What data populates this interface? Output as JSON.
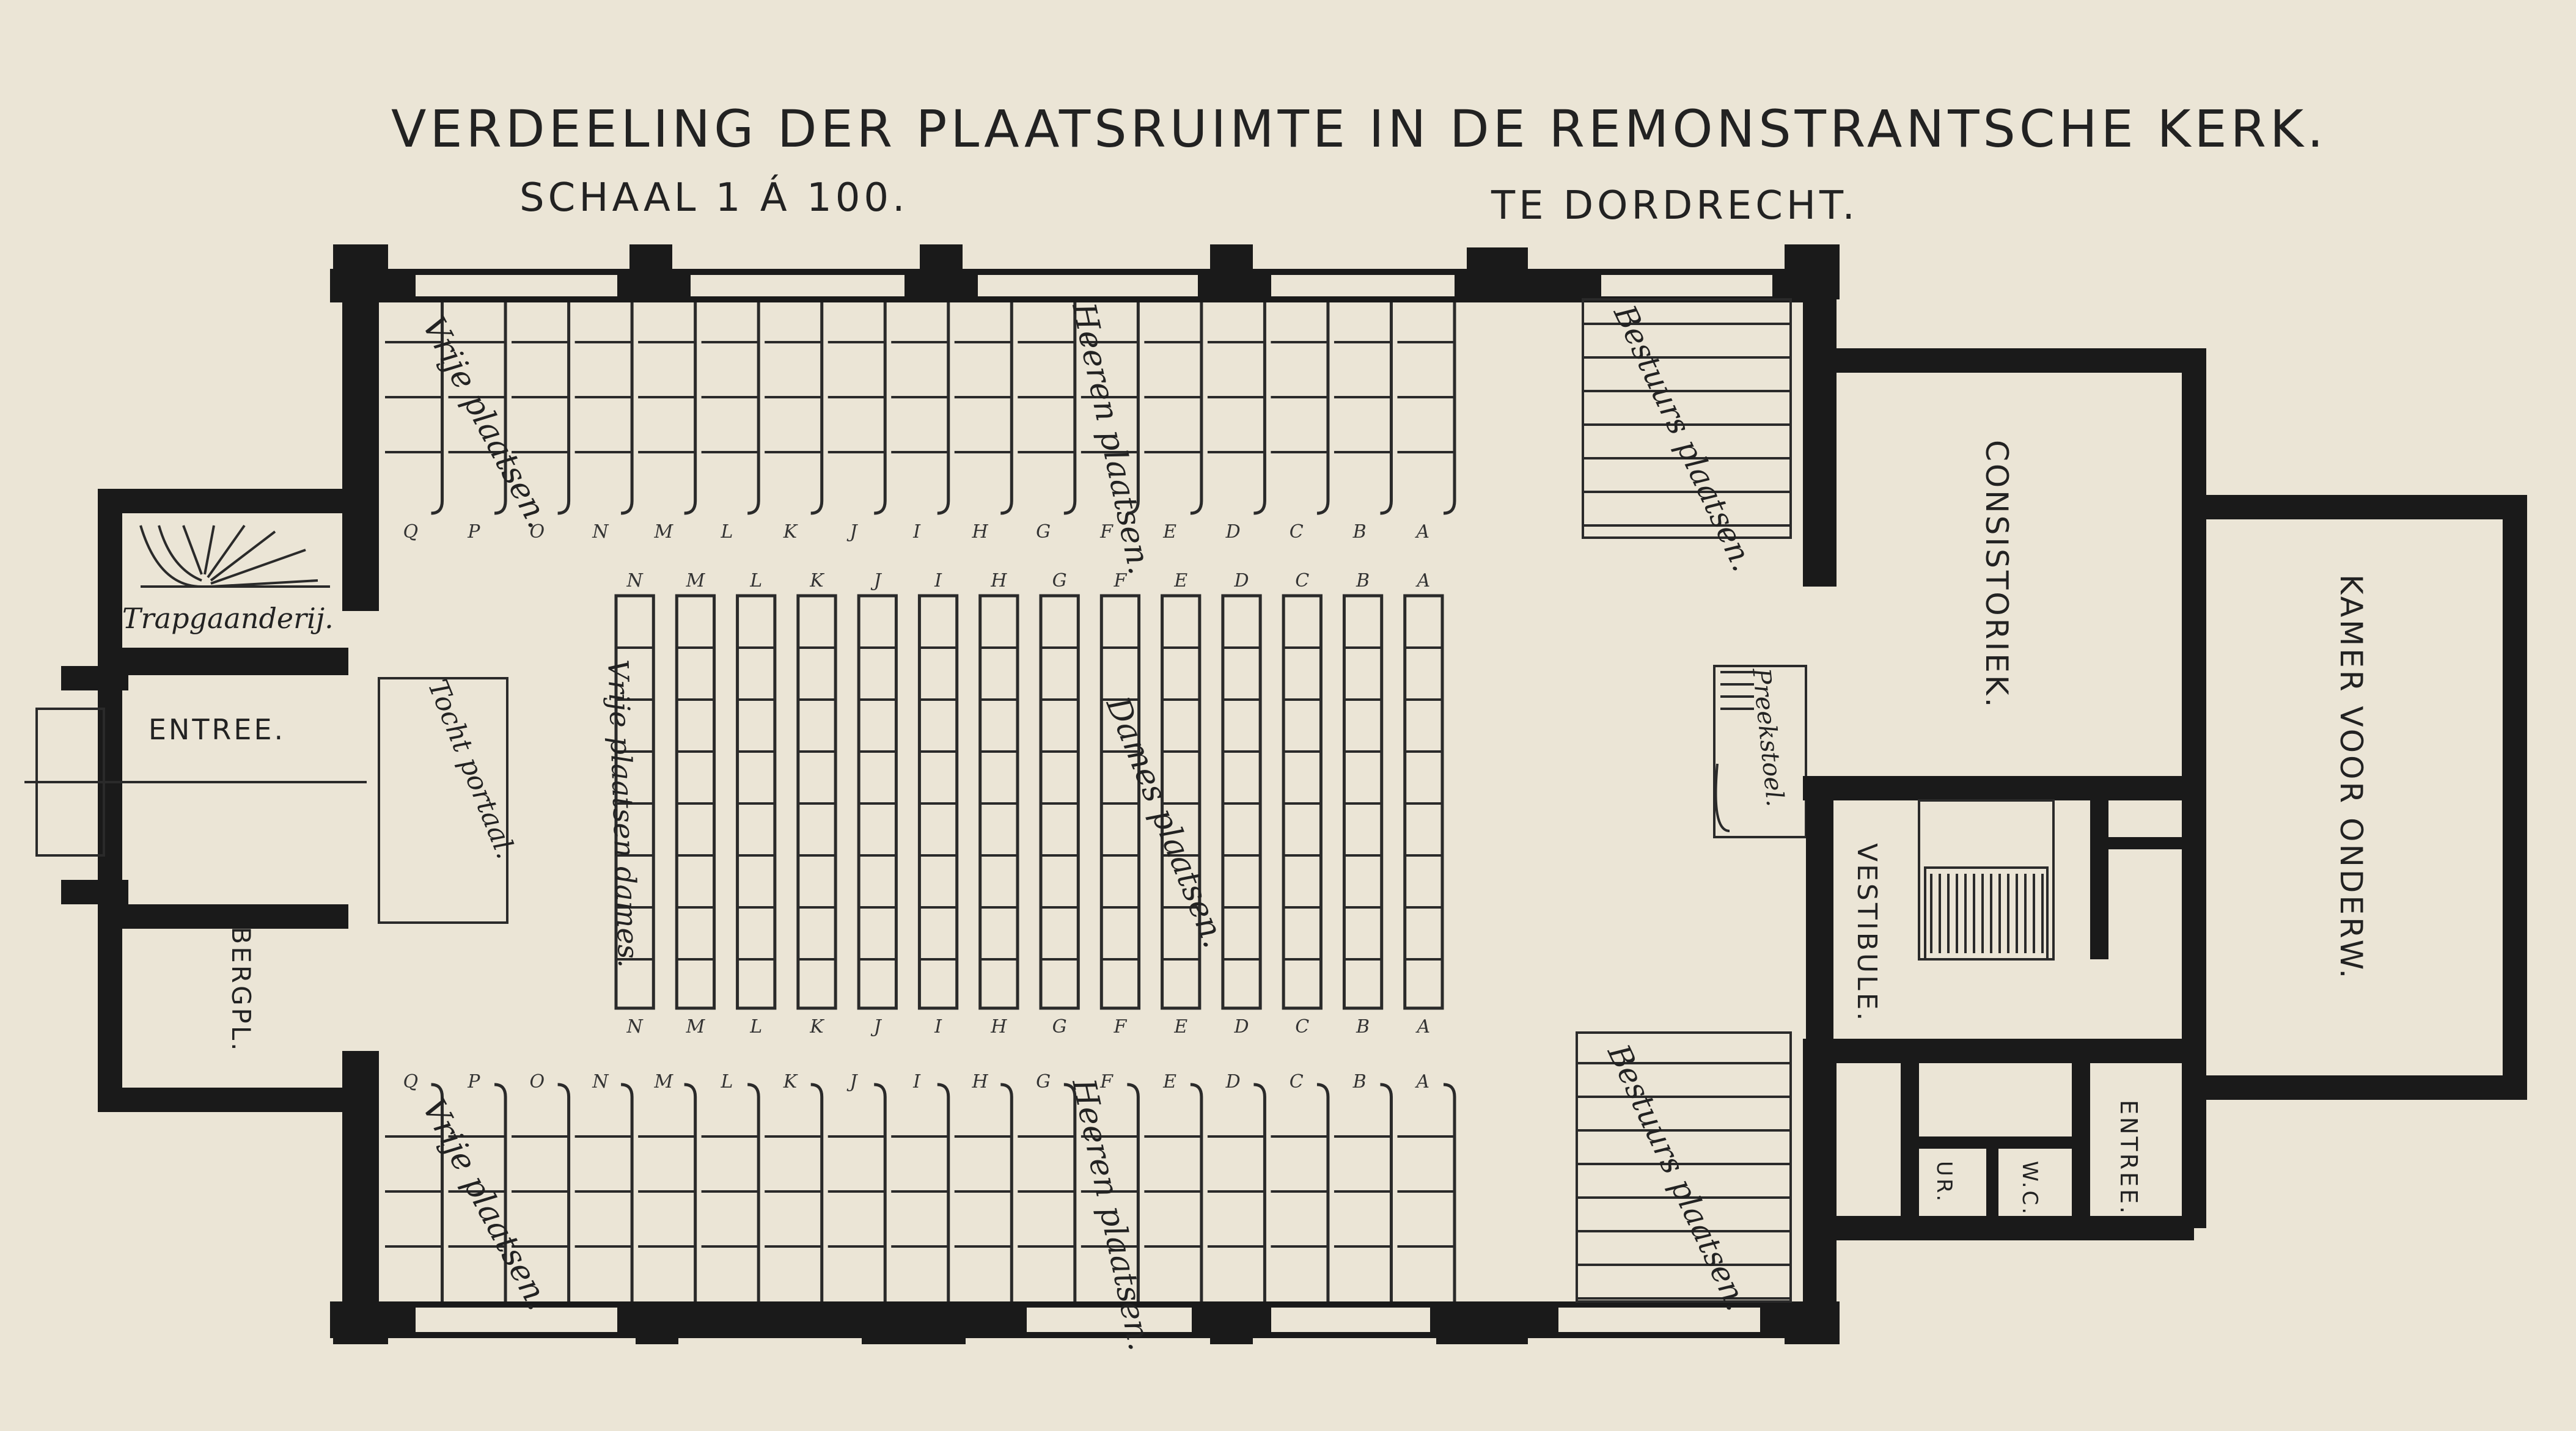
{
  "title_line": "VERDEELING DER PLAATSRUIMTE IN DE REMONSTRANTSCHE KERK.",
  "scale": "SCHAAL 1 Á 100.",
  "place": "TE DORDRECHT.",
  "labels": {
    "vrije_plaatsen_top": "Vrije plaatsen.",
    "heeren_plaatsen_top": "Heeren plaatsen.",
    "bestuurs_top": "Bestuurs plaatsen.",
    "consistoriek": "CONSISTORIEK.",
    "kamer": "KAMER VOOR ONDERW.",
    "trapgaanderij": "Trapgaanderij.",
    "entree_left": "ENTREE.",
    "tocht_portaal": "Tocht portaal.",
    "bergpl": "BERGPL.",
    "vrije_dames": "Vrije plaatsen dames.",
    "dames_plaatsen": "Dames plaatsen.",
    "preekstoel": "Preekstoel.",
    "vestibule": "VESTIBULE.",
    "vrije_plaatsen_bottom": "Vrije plaatsen.",
    "heeren_plaatsen_bottom": "Heeren plaatsen.",
    "bestuurs_bottom": "Bestuurs plaatsen.",
    "ur": "UR.",
    "wc": "W.C.",
    "entree_right": "ENTREE."
  },
  "row_letters": [
    "A",
    "B",
    "C",
    "D",
    "E",
    "F",
    "G",
    "H",
    "I",
    "J",
    "K",
    "L",
    "M",
    "N",
    "O",
    "P",
    "Q"
  ],
  "center_row_letters": [
    "A",
    "B",
    "C",
    "D",
    "E",
    "F",
    "G",
    "H",
    "I",
    "J",
    "K",
    "L",
    "M",
    "N"
  ],
  "colors": {
    "paper": "#ebe5d6",
    "ink": "#1a1a1a"
  }
}
